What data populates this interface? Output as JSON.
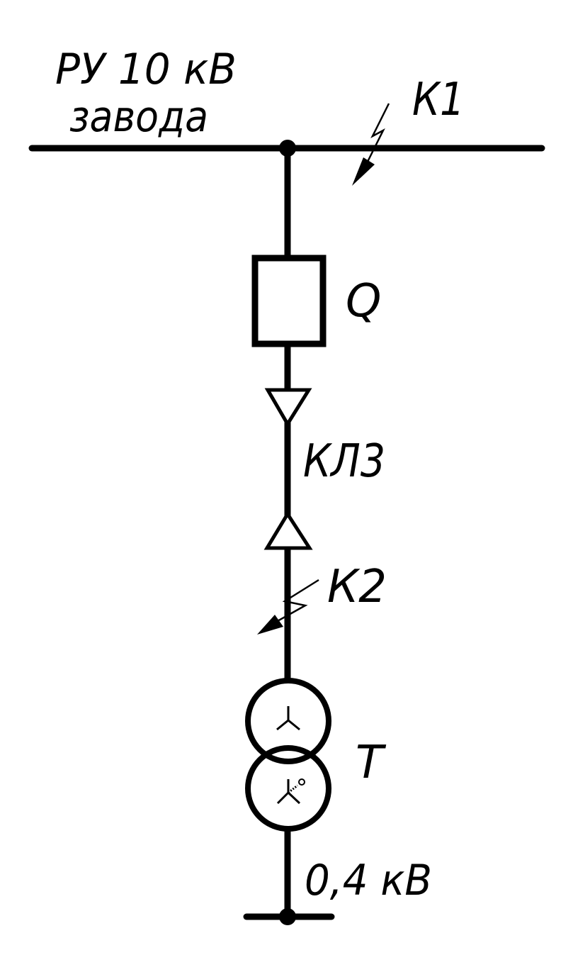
{
  "colors": {
    "ink": "#000000",
    "background": "#ffffff"
  },
  "labels": {
    "busbar_line1": "РУ 10 кВ",
    "busbar_line2": "завода",
    "fault_k1": "К1",
    "breaker": "Q",
    "cable_line": "КЛ3",
    "fault_k2": "К2",
    "transformer": "T",
    "low_voltage": "0,4 кВ"
  }
}
